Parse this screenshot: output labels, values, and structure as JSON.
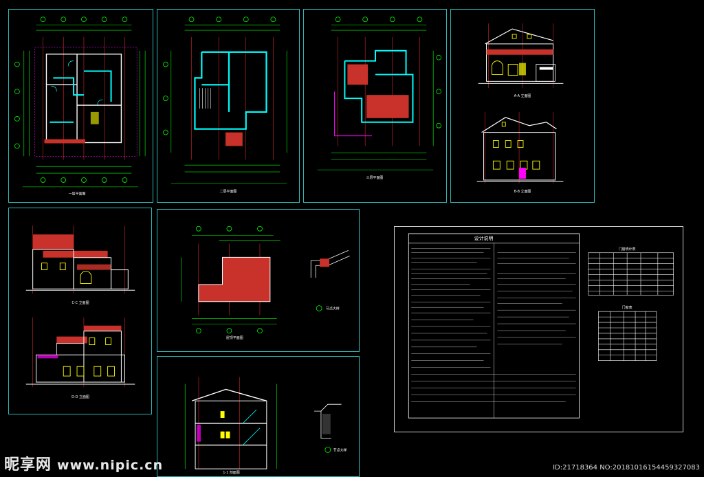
{
  "sheets": {
    "plan1": {
      "caption": "一层平面图"
    },
    "plan2": {
      "caption": "二层平面图"
    },
    "plan3": {
      "caption": "三层平面图"
    },
    "elev_a": {
      "caption": "A-A 立面图"
    },
    "elev_b": {
      "caption": "B-B 立面图"
    },
    "elev_c": {
      "caption": "C-C 立面图"
    },
    "elev_d": {
      "caption": "D-D 立面图"
    },
    "roof": {
      "caption": "屋顶平面图",
      "detail": "节点大样"
    },
    "section": {
      "caption": "1-1 剖面图",
      "detail": "节点大样"
    },
    "notes": {
      "title": "设计说明",
      "table1_title": "门窗统计表",
      "table2_title": "门窗表"
    }
  },
  "colors": {
    "frame": "#2fb8b8",
    "wall_cyan": "#00ffff",
    "dim_green": "#00ff00",
    "axis_red": "#ff3030",
    "wall_white": "#ffffff",
    "window_yellow": "#ffff00",
    "brick_red": "#c8322a",
    "accent_magenta": "#ff00ff"
  },
  "watermark": {
    "brand": "昵享网",
    "url": "www.nipic.cn",
    "id_text": "ID:21718364 NO:20181016154459327083"
  }
}
